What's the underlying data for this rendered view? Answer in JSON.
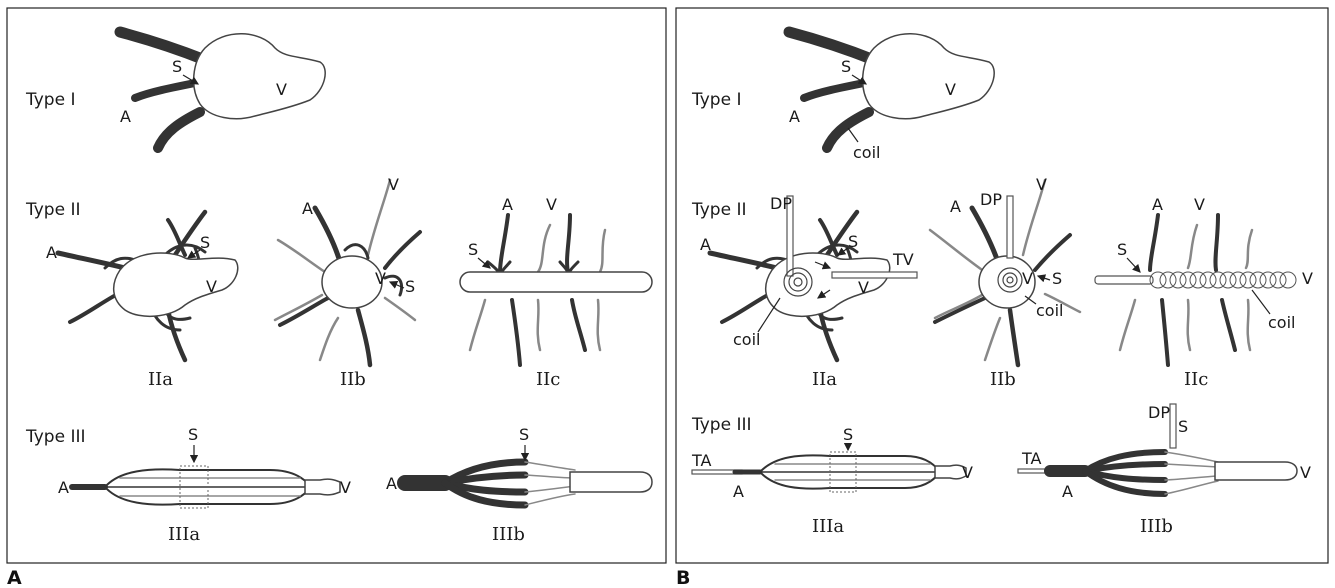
{
  "panels": [
    {
      "letter": "A",
      "type1": {
        "title": "Type I",
        "a": "A",
        "s": "S",
        "v": "V"
      },
      "type2": {
        "title": "Type II",
        "iia": {
          "a": "A",
          "s": "S",
          "v": "V",
          "caption": "IIa"
        },
        "iib": {
          "a": "A",
          "v_top": "V",
          "v": "V",
          "s": "S",
          "caption": "IIb"
        },
        "iic": {
          "a": "A",
          "v": "V",
          "s": "S",
          "caption": "IIc"
        }
      },
      "type3": {
        "title": "Type III",
        "iiia": {
          "a": "A",
          "s": "S",
          "v": "V",
          "caption": "IIIa"
        },
        "iiib": {
          "a": "A",
          "s": "S",
          "caption": "IIIb"
        }
      }
    },
    {
      "letter": "B",
      "type1": {
        "title": "Type I",
        "a": "A",
        "s": "S",
        "v": "V",
        "coil": "coil"
      },
      "type2": {
        "title": "Type II",
        "iia": {
          "a": "A",
          "dp": "DP",
          "s": "S",
          "tv": "TV",
          "v": "V",
          "coil": "coil",
          "caption": "IIa"
        },
        "iib": {
          "a": "A",
          "dp": "DP",
          "v_top": "V",
          "v": "V",
          "s": "S",
          "coil": "coil",
          "caption": "IIb"
        },
        "iic": {
          "a": "A",
          "v_top": "V",
          "s": "S",
          "v": "V",
          "coil": "coil",
          "caption": "IIc"
        }
      },
      "type3": {
        "title": "Type III",
        "iiia": {
          "ta": "TA",
          "a": "A",
          "s": "S",
          "v": "V",
          "caption": "IIIa"
        },
        "iiib": {
          "dp": "DP",
          "ta": "TA",
          "a": "A",
          "s": "S",
          "v": "V",
          "caption": "IIIb"
        }
      }
    }
  ]
}
